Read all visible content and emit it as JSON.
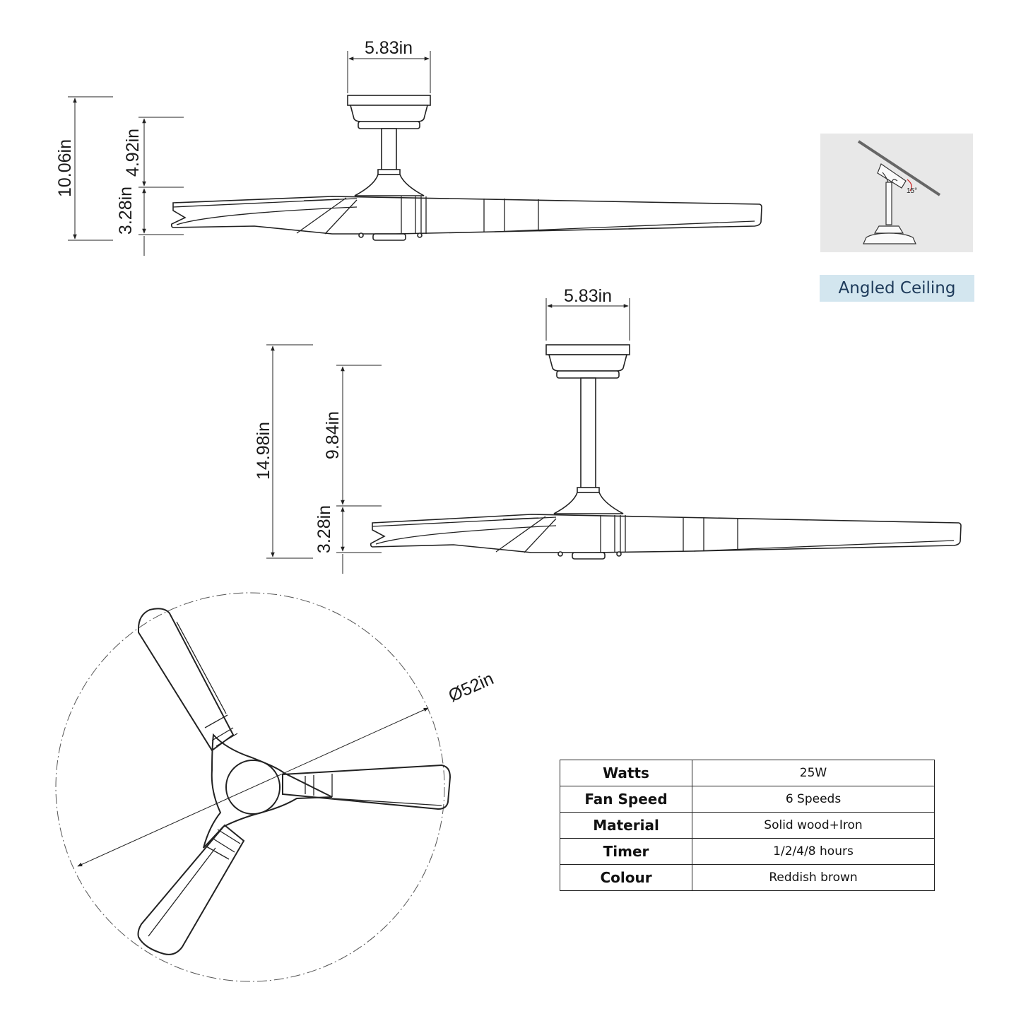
{
  "flush_mount": {
    "width": "5.83in",
    "total_height": "10.06in",
    "downrod_height": "4.92in",
    "blade_height": "3.28in"
  },
  "downrod_mount": {
    "width": "5.83in",
    "total_height": "14.98in",
    "downrod_height": "9.84in",
    "blade_height": "3.28in"
  },
  "top_view": {
    "diameter": "Ø52in"
  },
  "angled_ceiling": {
    "label": "Angled Ceiling",
    "angle": "15°"
  },
  "specs": [
    {
      "key": "Watts",
      "value": "25W"
    },
    {
      "key": "Fan Speed",
      "value": "6 Speeds"
    },
    {
      "key": "Material",
      "value": "Solid wood+Iron"
    },
    {
      "key": "Timer",
      "value": "1/2/4/8 hours"
    },
    {
      "key": "Colour",
      "value": "Reddish brown"
    }
  ]
}
